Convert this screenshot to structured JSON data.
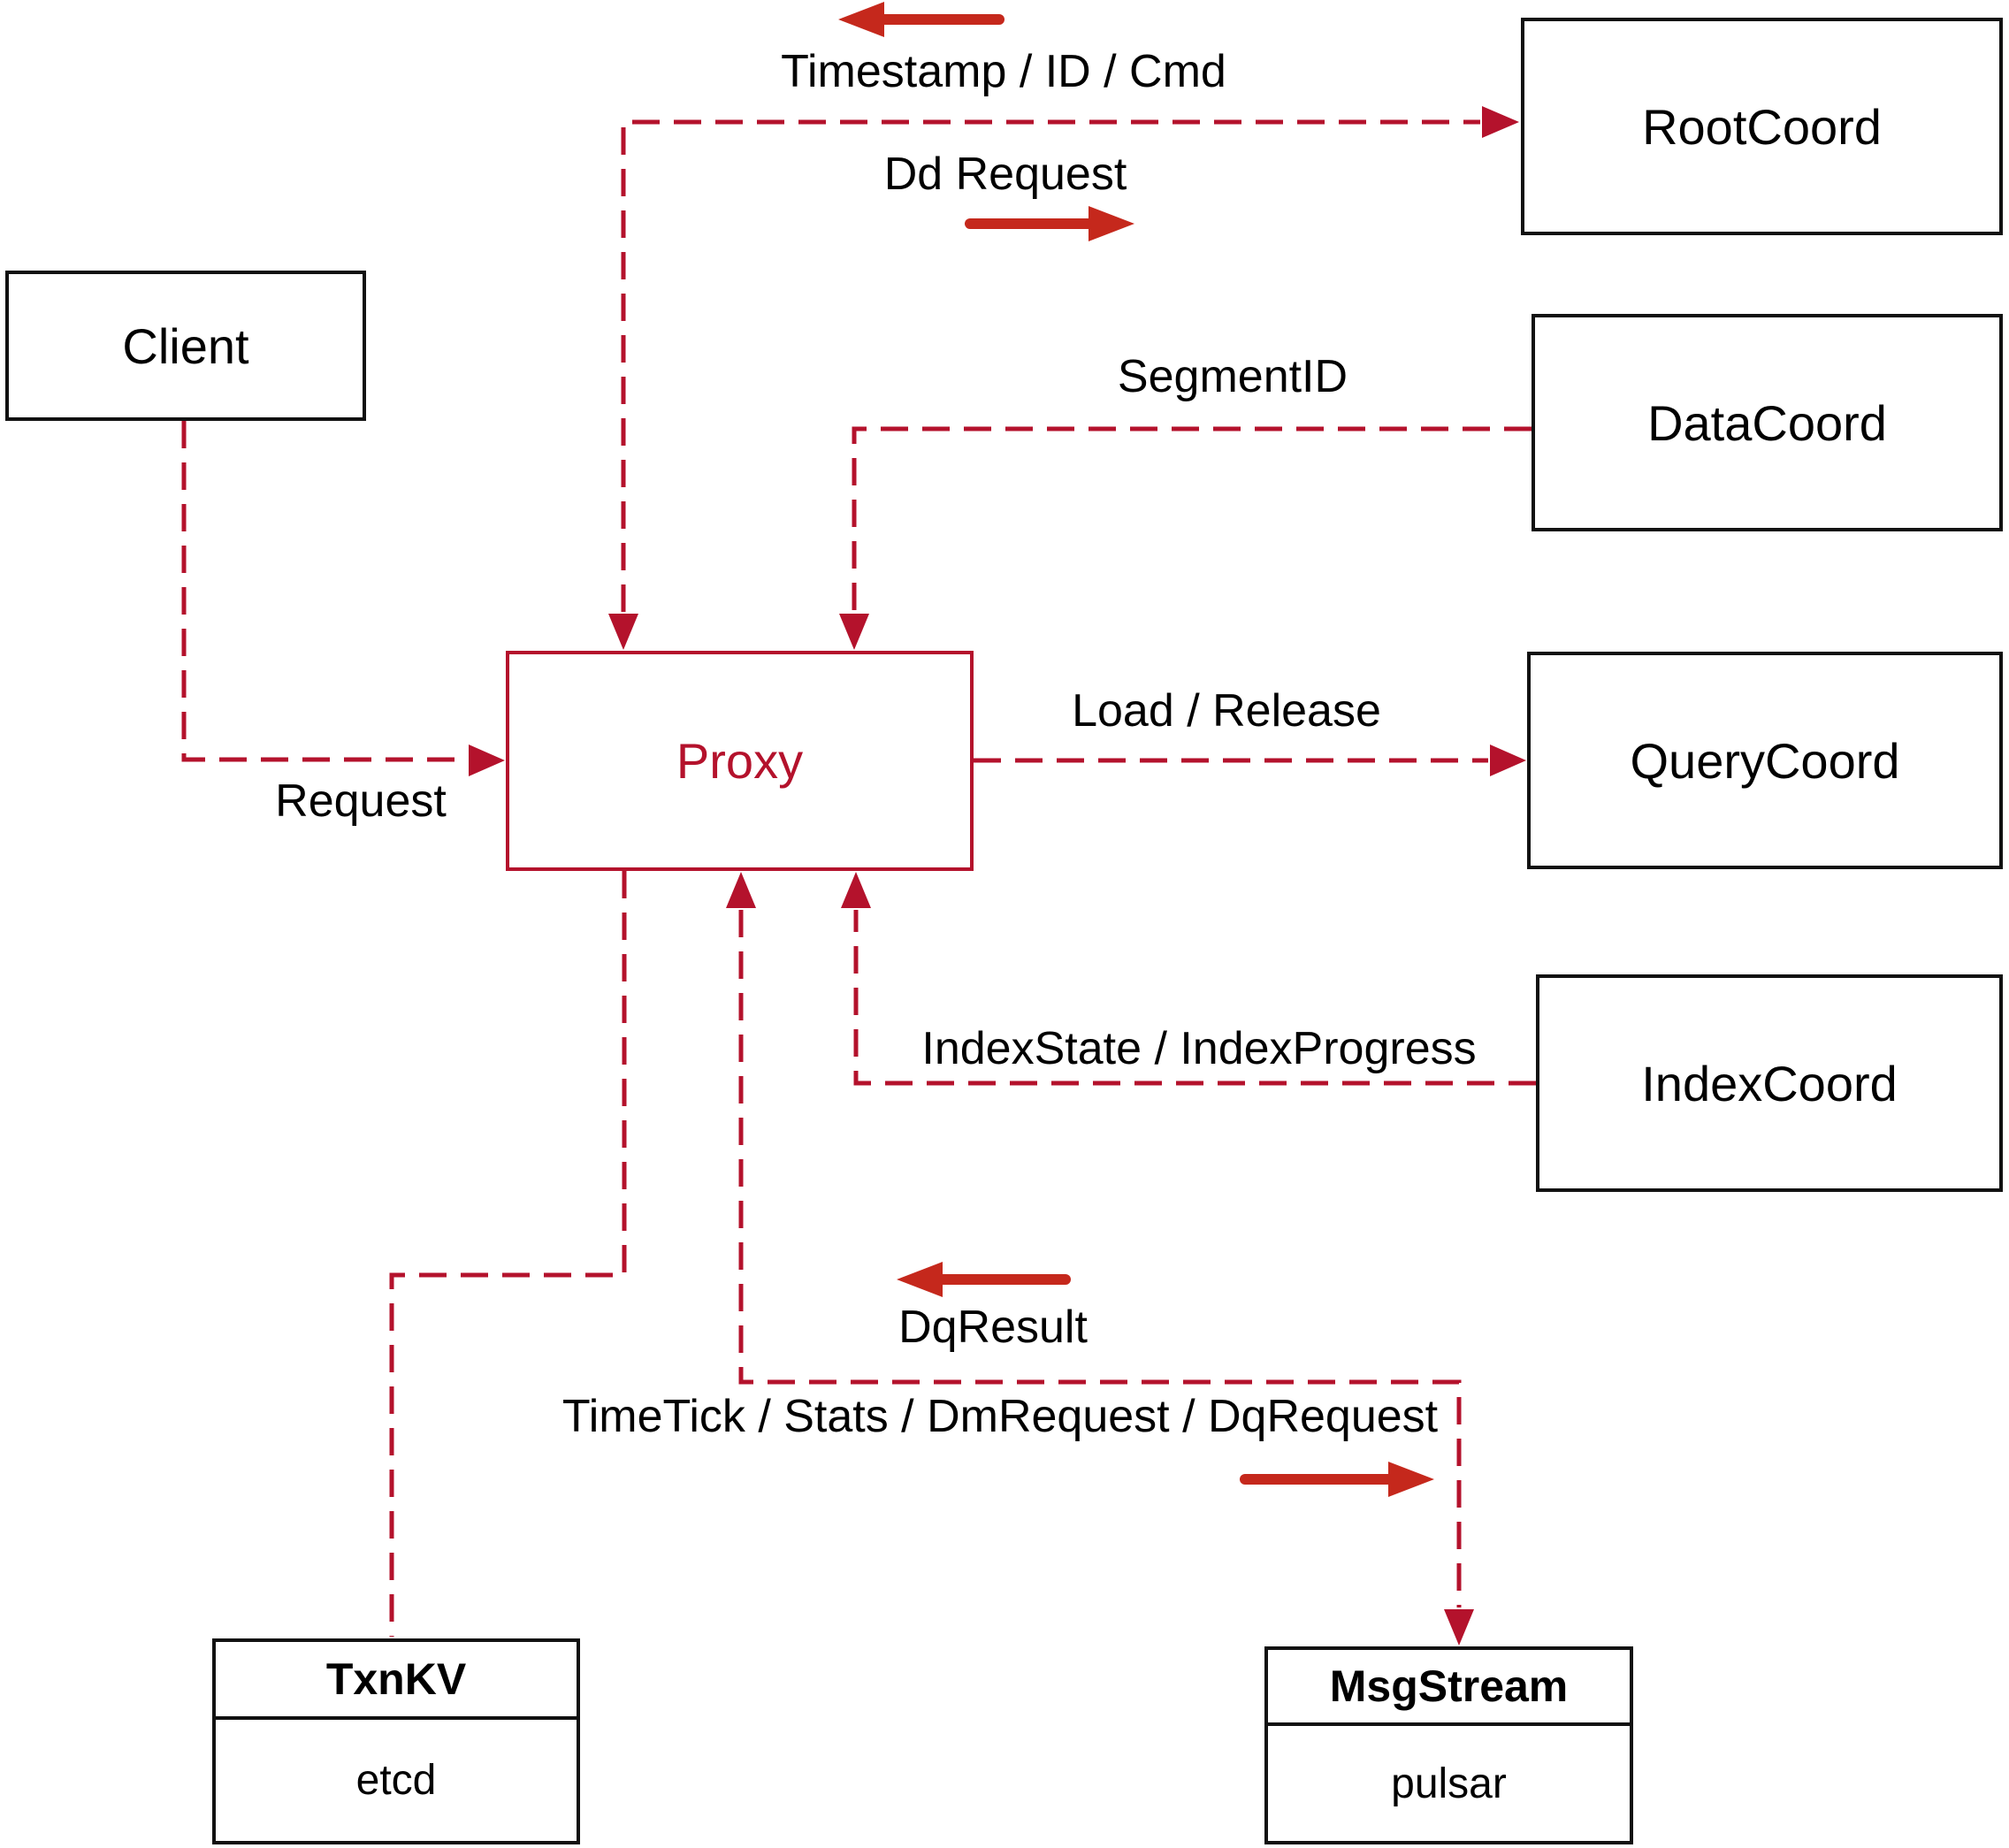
{
  "diagram": {
    "boxes": {
      "client": {
        "label": "Client"
      },
      "root_coord": {
        "label": "RootCoord"
      },
      "data_coord": {
        "label": "DataCoord"
      },
      "query_coord": {
        "label": "QueryCoord"
      },
      "index_coord": {
        "label": "IndexCoord"
      },
      "proxy": {
        "label": "Proxy"
      },
      "txn_kv": {
        "title": "TxnKV",
        "subtitle": "etcd"
      },
      "msg_stream": {
        "title": "MsgStream",
        "subtitle": "pulsar"
      }
    },
    "edge_labels": {
      "timestamp_id_cmd": "Timestamp / ID / Cmd",
      "dd_request": "Dd Request",
      "segment_id": "SegmentID",
      "load_release": "Load / Release",
      "index_state_progress": "IndexState / IndexProgress",
      "dq_result": "DqResult",
      "timetick_stats": "TimeTick / Stats / DmRequest / DqRequest",
      "request": "Request"
    },
    "colors": {
      "dashed_line": "#B4122C",
      "solid_arrow": "#C5281C",
      "proxy_accent": "#B4122C",
      "box_border": "#111111"
    }
  }
}
